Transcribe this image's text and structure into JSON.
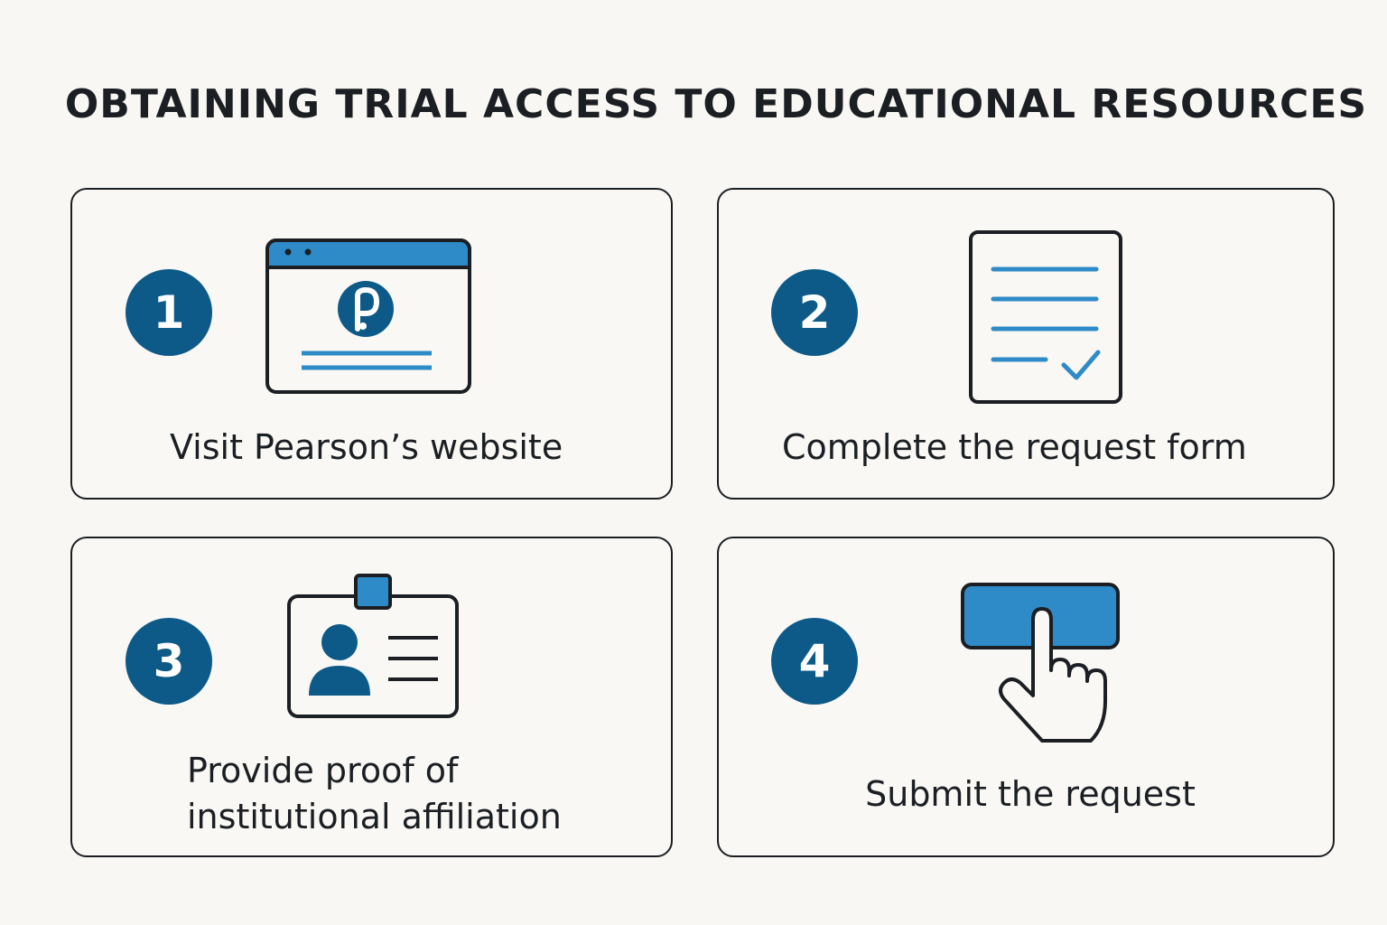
{
  "title": "OBTAINING TRIAL ACCESS TO EDUCATIONAL RESOURCES",
  "colors": {
    "accent_dark": "#0d5a88",
    "accent_light": "#2f8bc8",
    "outline": "#1b1f23",
    "background": "#f8f7f3"
  },
  "steps": [
    {
      "number": "1",
      "label": "Visit Pearson’s website",
      "icon": "browser-window-icon"
    },
    {
      "number": "2",
      "label": "Complete the request form",
      "icon": "form-document-check-icon"
    },
    {
      "number": "3",
      "label_line1": "Provide proof of",
      "label_line2": "institutional affiliation",
      "icon": "id-badge-icon"
    },
    {
      "number": "4",
      "label": "Submit the request",
      "icon": "pointer-click-button-icon"
    }
  ]
}
